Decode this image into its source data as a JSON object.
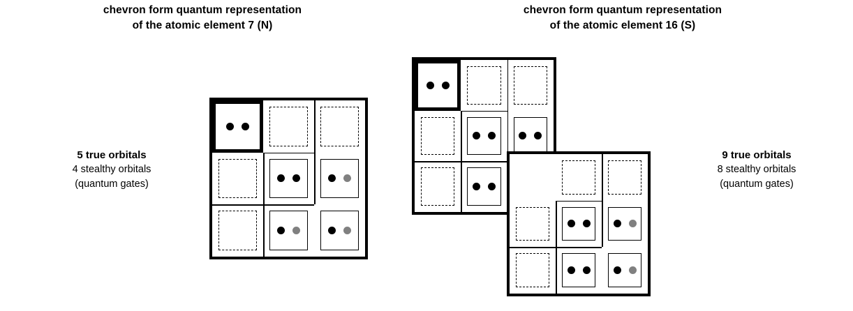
{
  "figure": {
    "type": "diagram",
    "description": "chevron form quantum representation of atomic elements"
  },
  "panels": [
    {
      "id": "nitrogen",
      "title_line1": "chevron form quantum representation",
      "title_line2": "of the atomic element 7 (N)",
      "caption_line1": "5 true orbitals",
      "caption_line2": "4 stealthy orbitals",
      "caption_line3": "(quantum gates)",
      "true_orbitals": 5,
      "stealthy_orbitals": 4,
      "blocks": [
        {
          "id": "n-main",
          "rows": 3,
          "cols": 3,
          "cells": [
            {
              "r": 0,
              "c": 0,
              "style": "gate",
              "dots": [
                "black",
                "black"
              ]
            },
            {
              "r": 0,
              "c": 1,
              "style": "dashed",
              "dots": []
            },
            {
              "r": 0,
              "c": 2,
              "style": "dashed",
              "dots": []
            },
            {
              "r": 1,
              "c": 0,
              "style": "dashed",
              "dots": []
            },
            {
              "r": 1,
              "c": 1,
              "style": "solid",
              "dots": [
                "black",
                "black"
              ]
            },
            {
              "r": 1,
              "c": 2,
              "style": "solid",
              "dots": [
                "black",
                "grey"
              ]
            },
            {
              "r": 2,
              "c": 0,
              "style": "dashed",
              "dots": []
            },
            {
              "r": 2,
              "c": 1,
              "style": "solid",
              "dots": [
                "black",
                "grey"
              ]
            },
            {
              "r": 2,
              "c": 2,
              "style": "solid",
              "dots": [
                "black",
                "grey"
              ]
            }
          ]
        }
      ]
    },
    {
      "id": "sulfur",
      "title_line1": "chevron form quantum representation",
      "title_line2": "of the atomic element 16 (S)",
      "caption_line1": "9 true orbitals",
      "caption_line2": "8 stealthy orbitals",
      "caption_line3": "(quantum gates)",
      "true_orbitals": 9,
      "stealthy_orbitals": 8,
      "blocks": [
        {
          "id": "s-upper",
          "rows": 3,
          "cols": 3,
          "cells": [
            {
              "r": 0,
              "c": 0,
              "style": "gate",
              "dots": [
                "black",
                "black"
              ]
            },
            {
              "r": 0,
              "c": 1,
              "style": "dashed",
              "dots": []
            },
            {
              "r": 0,
              "c": 2,
              "style": "dashed",
              "dots": []
            },
            {
              "r": 1,
              "c": 0,
              "style": "dashed",
              "dots": []
            },
            {
              "r": 1,
              "c": 1,
              "style": "solid",
              "dots": [
                "black",
                "black"
              ]
            },
            {
              "r": 1,
              "c": 2,
              "style": "solid",
              "dots": [
                "black",
                "black"
              ]
            },
            {
              "r": 2,
              "c": 0,
              "style": "dashed",
              "dots": []
            },
            {
              "r": 2,
              "c": 1,
              "style": "solid",
              "dots": [
                "black",
                "black"
              ]
            },
            {
              "r": 2,
              "c": 2,
              "style": "solid",
              "dots": [
                "black",
                "black"
              ]
            }
          ]
        },
        {
          "id": "s-lower",
          "rows": 3,
          "cols": 3,
          "cells": [
            {
              "r": 0,
              "c": 0,
              "style": "hidden",
              "dots": []
            },
            {
              "r": 0,
              "c": 1,
              "style": "dashed",
              "dots": []
            },
            {
              "r": 0,
              "c": 2,
              "style": "dashed",
              "dots": []
            },
            {
              "r": 1,
              "c": 0,
              "style": "dashed",
              "dots": []
            },
            {
              "r": 1,
              "c": 1,
              "style": "solid",
              "dots": [
                "black",
                "black"
              ]
            },
            {
              "r": 1,
              "c": 2,
              "style": "solid",
              "dots": [
                "black",
                "grey"
              ]
            },
            {
              "r": 2,
              "c": 0,
              "style": "dashed",
              "dots": []
            },
            {
              "r": 2,
              "c": 1,
              "style": "solid",
              "dots": [
                "black",
                "black"
              ]
            },
            {
              "r": 2,
              "c": 2,
              "style": "solid",
              "dots": [
                "black",
                "grey"
              ]
            }
          ]
        }
      ]
    }
  ],
  "colors": {
    "ink": "#000000",
    "dot_filled": "#000000",
    "dot_half": "#808080",
    "background": "#ffffff"
  }
}
